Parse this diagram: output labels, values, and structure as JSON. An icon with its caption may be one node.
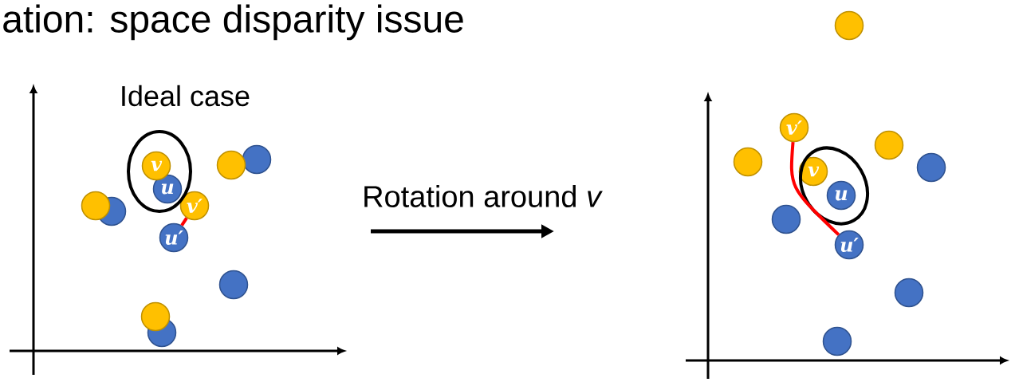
{
  "diagram": {
    "title": "ation: space disparity issue",
    "nodes": [
      {
        "text": [],
        "shape": "ellipse"
      },
      {
        "text": [
          "v"
        ],
        "in": 0
      },
      {
        "text": [
          "u"
        ],
        "in": 0
      },
      {
        "text": [
          "v′"
        ]
      },
      {
        "text": [
          "u′"
        ]
      },
      {
        "text": [],
        "shape": "circle"
      },
      {
        "text": [],
        "shape": "circle"
      },
      {
        "text": [],
        "shape": "circle"
      },
      {
        "text": [],
        "shape": "circle"
      },
      {
        "text": [],
        "shape": "circle"
      },
      {
        "text": [],
        "shape": "circle"
      },
      {
        "text": [],
        "shape": "circle"
      },
      {
        "text": [],
        "shape": "ellipse"
      },
      {
        "text": [
          "v"
        ],
        "in": 12
      },
      {
        "text": [
          "u"
        ],
        "in": 12
      },
      {
        "text": [
          "v′"
        ]
      },
      {
        "text": [
          "u′"
        ]
      },
      {
        "text": [],
        "shape": "circle"
      },
      {
        "text": [],
        "shape": "circle"
      },
      {
        "text": [],
        "shape": "circle"
      },
      {
        "text": [],
        "shape": "circle"
      },
      {
        "text": [],
        "shape": "circle"
      },
      {
        "text": [],
        "shape": "circle"
      },
      {
        "text": [],
        "shape": "circle"
      }
    ],
    "edges": [
      {
        "from": 3,
        "to": 4,
        "arrow": "none"
      },
      {
        "from": 15,
        "to": 16,
        "arrow": "none"
      }
    ],
    "labels": [
      "Ideal case",
      "Rotation around *v*"
    ]
  }
}
